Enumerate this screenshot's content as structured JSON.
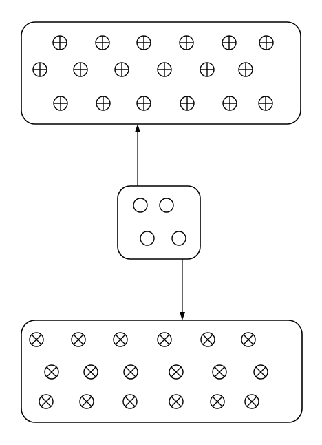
{
  "diagram": {
    "background": "#ffffff",
    "stroke_color": "#000000",
    "groups": [
      {
        "name": "top-plus-group",
        "symbol": "circled-plus-icon",
        "count": 18
      },
      {
        "name": "middle-empty-group",
        "symbol": "empty-circle-icon",
        "count": 4
      },
      {
        "name": "bottom-cross-group",
        "symbol": "circled-cross-icon",
        "count": 18
      }
    ],
    "connections": [
      {
        "from": "middle-empty-group",
        "to": "top-plus-group",
        "direction": "up"
      },
      {
        "from": "middle-empty-group",
        "to": "bottom-cross-group",
        "direction": "down"
      }
    ]
  }
}
